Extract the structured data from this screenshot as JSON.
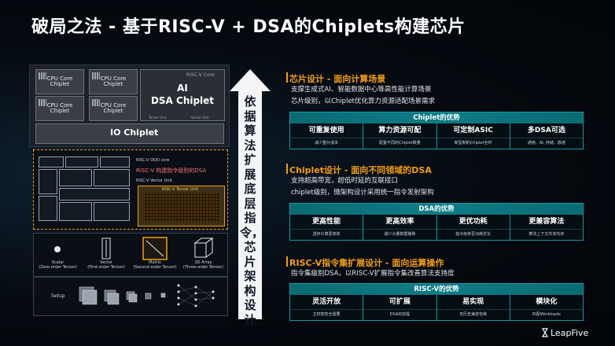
{
  "title": "破局之法 - 基于RISC-V + DSA的Chiplets构建芯片",
  "diagram": {
    "cpu_core_label": "CPU Core",
    "chiplet_label": "Chiplet",
    "dsa_ai": "AI",
    "dsa_chiplet": "DSA Chiplet",
    "dsa_tag": "RISC-V Core",
    "tensor_unit": "Tensor Unit",
    "vector_unit": "Vector Unit",
    "io_chiplet": "IO Chiplet",
    "riscv_ooo_core": "RISC-V OOO core",
    "riscv_dsa_red": "RISC-V 构建指令级别的DSA",
    "riscv_vector_unit": "RISC-V Vector Unit",
    "riscv_tensor_unit": "RISC-V Tensor Unit",
    "tensors": [
      {
        "name": "Scalar",
        "sub": "(Zero-order Tensor)"
      },
      {
        "name": "Vector",
        "sub": "(First-order Tensor)"
      },
      {
        "name": "Matrix",
        "sub": "(Second-order Tensor)"
      },
      {
        "name": "3D Array",
        "sub": "(Three-order Tensor)"
      }
    ],
    "setup": "Setup"
  },
  "arrow_text": "依据算法扩展底层指令，芯片架构设计",
  "sections": [
    {
      "title": "芯片设计 - 面向计算场景",
      "lines": [
        "支撑生成式AI、智能数据中心等高性能计算场景",
        "芯片级别，以Chiplet优化算力资源适配场景需求"
      ],
      "adv_title": "Chiplet的优势",
      "items": [
        {
          "main": "可重复使用",
          "sub": "减少整片成本"
        },
        {
          "main": "算力资源可配",
          "sub": "配置不同的Chiplet数量"
        },
        {
          "main": "可定制ASIC",
          "sub": "新型制的Chiplet全时"
        },
        {
          "main": "多DSA可选",
          "sub": "通用、AI, 存储、数通"
        }
      ]
    },
    {
      "title": "Chiplet设计 - 面向不同领域的DSA",
      "lines": [
        "支持超高带宽，超低时延的互联接口",
        "chiplet级别，微架构设计采用统一指令发射架构"
      ],
      "adv_title": "DSA的优势",
      "items": [
        {
          "main": "更高性能",
          "sub": "送存计算更高效"
        },
        {
          "main": "更高效率",
          "sub": "减少大量数据搬移"
        },
        {
          "main": "更优功耗",
          "sub": "指令级依否功耗优化"
        },
        {
          "main": "更兼容算法",
          "sub": "算法上下文共享内存"
        }
      ]
    },
    {
      "title": "RISC-V指令集扩展设计 - 面向运算操作",
      "lines": [
        "指令集级别DSA，以RISC-V扩展指令集改善算法支持度"
      ],
      "adv_title": "RISC-V的优势",
      "items": [
        {
          "main": "灵活开放",
          "sub": "主权按安全需要"
        },
        {
          "main": "可扩展",
          "sub": "DSA的前提"
        },
        {
          "main": "易实现",
          "sub": "无历史兼容包袱"
        },
        {
          "main": "模块化",
          "sub": "匹配Workloads"
        }
      ]
    }
  ],
  "brand": "LeapFive",
  "colors": {
    "accent": "#f59e0b",
    "teal": "#0e9aa7",
    "red": "#f87171"
  }
}
